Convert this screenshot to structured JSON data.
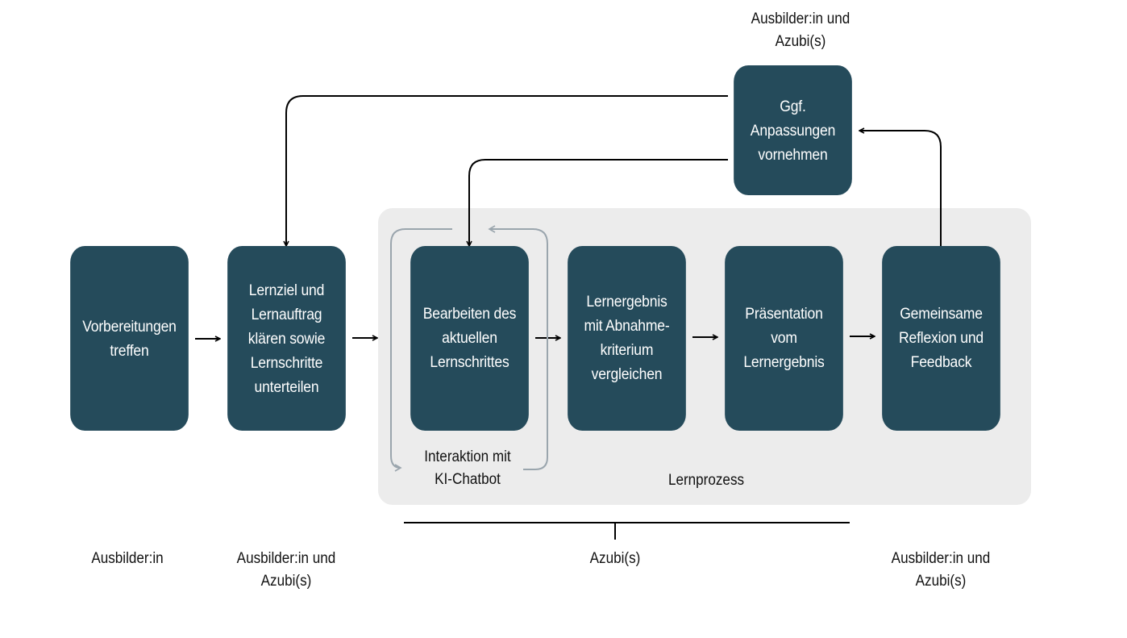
{
  "colors": {
    "box_fill": "#254b5b",
    "box_text": "#ffffff",
    "group_bg": "#ececec",
    "arrow": "#000000",
    "chatbot_loop": "#9aa5ad"
  },
  "boxes": {
    "vorbereitungen": "Vorbereitungen\ntreffen",
    "lernziel": "Lernziel und\nLernauftrag\nklären sowie\nLernschritte\nunterteilen",
    "bearbeiten": "Bearbeiten des\naktuellen\nLernschrittes",
    "lernergebnis": "Lernergebnis\nmit Abnahme-\nkriterium\nvergleichen",
    "praesentation": "Präsentation\nvom\nLernergebnis",
    "reflexion": "Gemeinsame\nReflexion und\nFeedback",
    "anpassungen": "Ggf.\nAnpassungen\nvornehmen"
  },
  "labels": {
    "chatbot": "Interaktion mit\nKI-Chatbot",
    "lernprozess": "Lernprozess",
    "top_role": "Ausbilder:in und\nAzubi(s)",
    "role_1": "Ausbilder:in",
    "role_2": "Ausbilder:in und\nAzubi(s)",
    "role_3": "Azubi(s)",
    "role_4": "Ausbilder:in und\nAzubi(s)"
  }
}
